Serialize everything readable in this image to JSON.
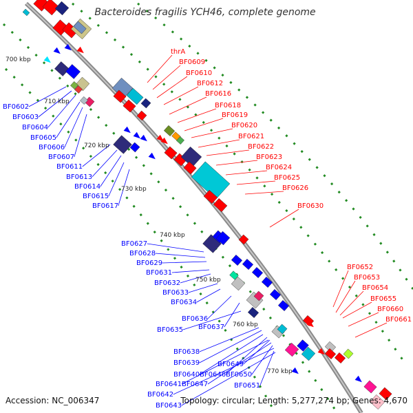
{
  "title": "Bacteroides fragilis YCH46, complete genome",
  "accession": "Accession: NC_006347",
  "topology": "Topology: circular; Length: 5,277,274 bp; Genes: 4,670",
  "colors": {
    "forward": "#ff0000",
    "reverse": "#0000ff",
    "backbone": "#888888",
    "tick": "#228b22"
  },
  "ticks": [
    "700 kbp",
    "710 kbp",
    "720 kbp",
    "730 kbp",
    "740 kbp",
    "750 kbp",
    "760 kbp",
    "770 kbp"
  ],
  "forward_labels": [
    "thrA",
    "BF0609",
    "BF0610",
    "BF0612",
    "BF0616",
    "BF0618",
    "BF0619",
    "BF0620",
    "BF0621",
    "BF0622",
    "BF0623",
    "BF0624",
    "BF0625",
    "BF0626",
    "BF0630",
    "BF0652",
    "BF0653",
    "BF0654",
    "BF0655",
    "BF0660",
    "BF0661"
  ],
  "reverse_labels": [
    "BF0602",
    "BF0603",
    "BF0604",
    "BF0605",
    "BF0606",
    "BF0607",
    "BF0611",
    "BF0613",
    "BF0614",
    "BF0615",
    "BF0617",
    "BF0627",
    "BF0628",
    "BF0629",
    "BF0631",
    "BF0632",
    "BF0633",
    "BF0634",
    "BF0636",
    "BF0637",
    "BF0635",
    "BF0638",
    "BF0639",
    "BF0640",
    "BF0646",
    "BF0649",
    "BF0641",
    "BF0647",
    "BF0650",
    "BF0642",
    "BF0651",
    "BF0643"
  ]
}
